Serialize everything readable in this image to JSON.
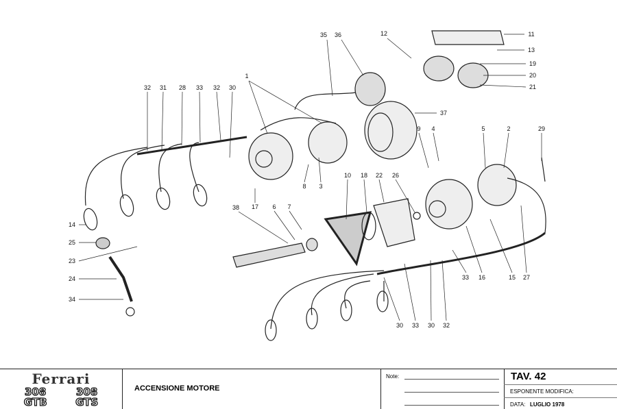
{
  "diagram": {
    "callouts": [
      {
        "n": "35"
      },
      {
        "n": "36"
      },
      {
        "n": "12"
      },
      {
        "n": "11"
      },
      {
        "n": "13"
      },
      {
        "n": "19"
      },
      {
        "n": "20"
      },
      {
        "n": "21"
      },
      {
        "n": "37"
      },
      {
        "n": "32"
      },
      {
        "n": "31"
      },
      {
        "n": "28"
      },
      {
        "n": "33"
      },
      {
        "n": "32"
      },
      {
        "n": "30"
      },
      {
        "n": "1"
      },
      {
        "n": "9"
      },
      {
        "n": "4"
      },
      {
        "n": "5"
      },
      {
        "n": "2"
      },
      {
        "n": "29"
      },
      {
        "n": "8"
      },
      {
        "n": "3"
      },
      {
        "n": "17"
      },
      {
        "n": "10"
      },
      {
        "n": "18"
      },
      {
        "n": "22"
      },
      {
        "n": "26"
      },
      {
        "n": "38"
      },
      {
        "n": "6"
      },
      {
        "n": "7"
      },
      {
        "n": "14"
      },
      {
        "n": "25"
      },
      {
        "n": "23"
      },
      {
        "n": "24"
      },
      {
        "n": "34"
      },
      {
        "n": "33"
      },
      {
        "n": "16"
      },
      {
        "n": "15"
      },
      {
        "n": "27"
      },
      {
        "n": "30"
      },
      {
        "n": "33"
      },
      {
        "n": "30"
      },
      {
        "n": "32"
      }
    ]
  },
  "title_block": {
    "brand": "Ferrari",
    "models": [
      "308 GTB",
      "308 GTS"
    ],
    "model_num": [
      "308",
      "308"
    ],
    "model_name": [
      "GTB",
      "GTS"
    ],
    "title": "ACCENSIONE MOTORE",
    "notes_label": "Note:",
    "table": "TAV. 42",
    "esponente_label": "ESPONENTE MODIFICA:",
    "data_label": "DATA:",
    "data_value": "LUGLIO 1978"
  }
}
